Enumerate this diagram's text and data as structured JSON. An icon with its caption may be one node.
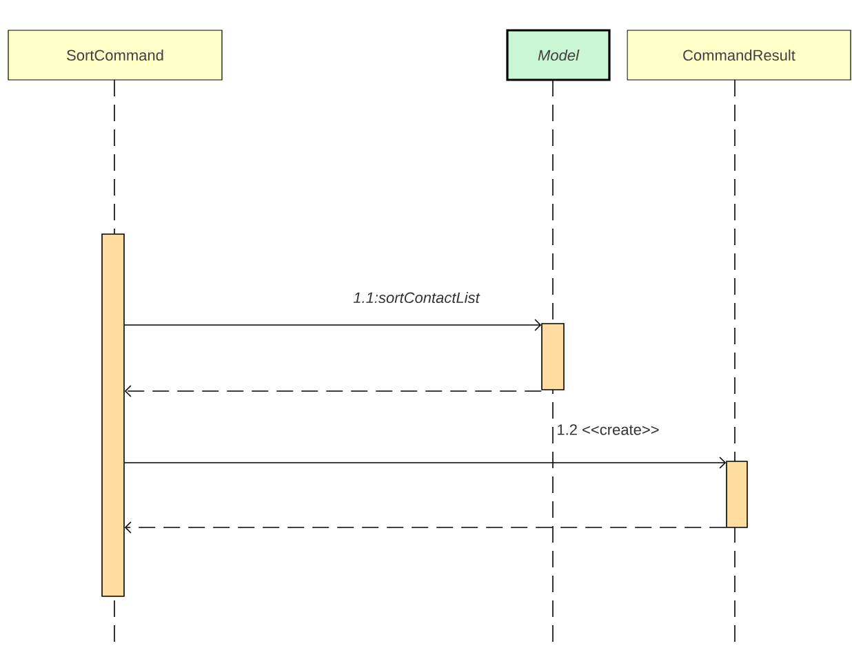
{
  "diagram": {
    "nodes": [
      {
        "text": [
          "SortCommand"
        ]
      },
      {
        "text": [
          "Model"
        ]
      },
      {
        "text": [
          "CommandResult"
        ]
      },
      {
        "text": [],
        "shape": "bar"
      },
      {
        "text": [],
        "shape": "bar"
      },
      {
        "text": [],
        "shape": "bar"
      }
    ],
    "edges": [
      {
        "from": 3,
        "to": 4,
        "arrow": "to",
        "label": "1.1:sortContactList"
      },
      {
        "from": 4,
        "to": 3,
        "arrow": "to",
        "style": "dashed"
      },
      {
        "from": 3,
        "to": 5,
        "arrow": "to",
        "label": "1.2 <<create>>"
      },
      {
        "from": 5,
        "to": 3,
        "arrow": "to",
        "style": "dashed"
      }
    ]
  }
}
